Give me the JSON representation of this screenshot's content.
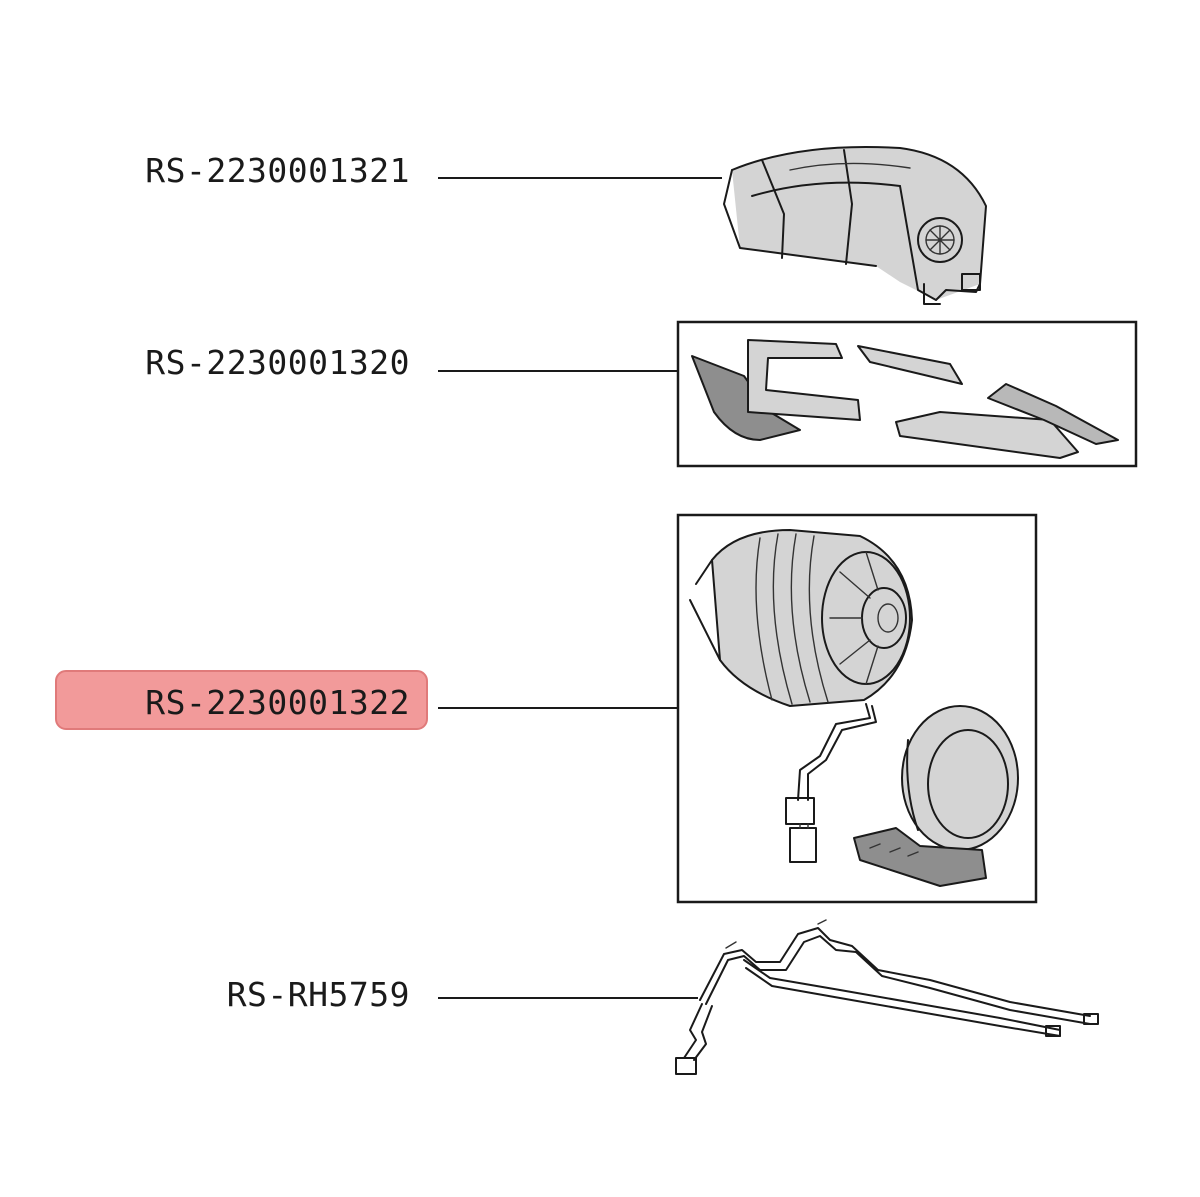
{
  "parts": [
    {
      "id": "top-cover",
      "code": "RS-2230001321",
      "highlighted": false,
      "boxed": false
    },
    {
      "id": "trim-pieces",
      "code": "RS-2230001320",
      "highlighted": false,
      "boxed": true
    },
    {
      "id": "motor-unit",
      "code": "RS-2230001322",
      "highlighted": true,
      "boxed": true
    },
    {
      "id": "wire-harness",
      "code": "RS-RH5759",
      "highlighted": false,
      "boxed": false
    }
  ],
  "colors": {
    "ink": "#1a1a1a",
    "highlight_fill": "#f29a9a",
    "highlight_stroke": "#e07a7a",
    "shade": "#d4d4d4"
  }
}
